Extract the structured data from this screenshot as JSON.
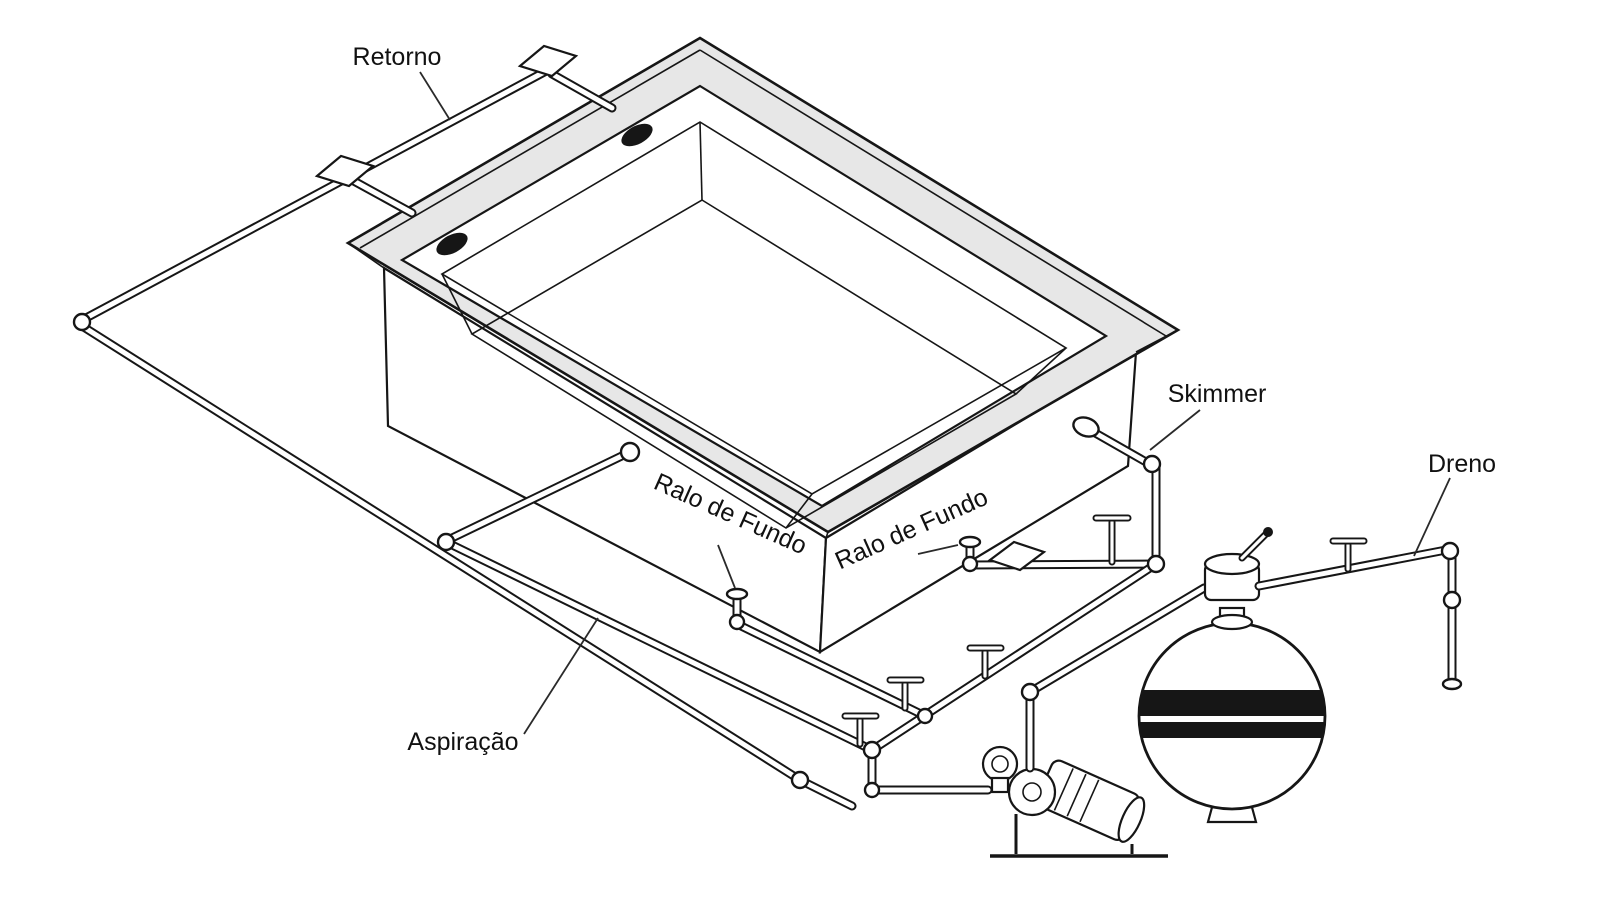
{
  "diagram": {
    "labels": {
      "retorno": "Retorno",
      "skimmer": "Skimmer",
      "dreno": "Dreno",
      "ralo_fundo_1": "Ralo de Fundo",
      "ralo_fundo_2": "Ralo de Fundo",
      "aspiracao": "Aspiração"
    },
    "colors": {
      "ink": "#161616",
      "deck_fill": "#e7e7e7",
      "paper": "#ffffff"
    }
  }
}
